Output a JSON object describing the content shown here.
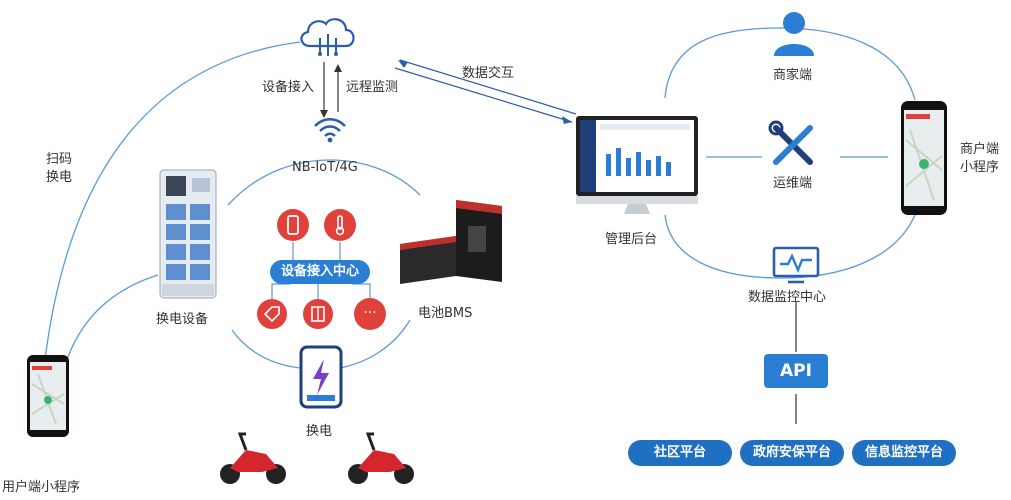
{
  "labels": {
    "device_access": "设备接入",
    "remote_monitor": "远程监测",
    "data_exchange": "数据交互",
    "network": "NB-IoT/4G",
    "scan_line1": "扫码",
    "scan_line2": "换电",
    "swap_device": "换电设备",
    "battery_bms": "电池BMS",
    "swap": "换电",
    "user_app": "用户端小程序",
    "admin": "管理后台",
    "merchant": "商家端",
    "ops": "运维端",
    "merchant_app_line1": "商户端",
    "merchant_app_line2": "小程序",
    "monitor_center": "数据监控中心",
    "hub": "设备接入中心",
    "api": "API",
    "hub_more": "···"
  },
  "platforms": [
    "社区平台",
    "政府安保平台",
    "信息监控平台"
  ],
  "colors": {
    "line": "#5a9bd5",
    "primary": "#1f6fc2",
    "accent": "#2a7fd4",
    "red": "#e0413a"
  },
  "icons": [
    "cloud-icon",
    "wifi-icon",
    "user-icon",
    "wrench-screwdriver-icon",
    "monitor-chart-icon",
    "battery-charge-icon",
    "scooter-icon"
  ]
}
